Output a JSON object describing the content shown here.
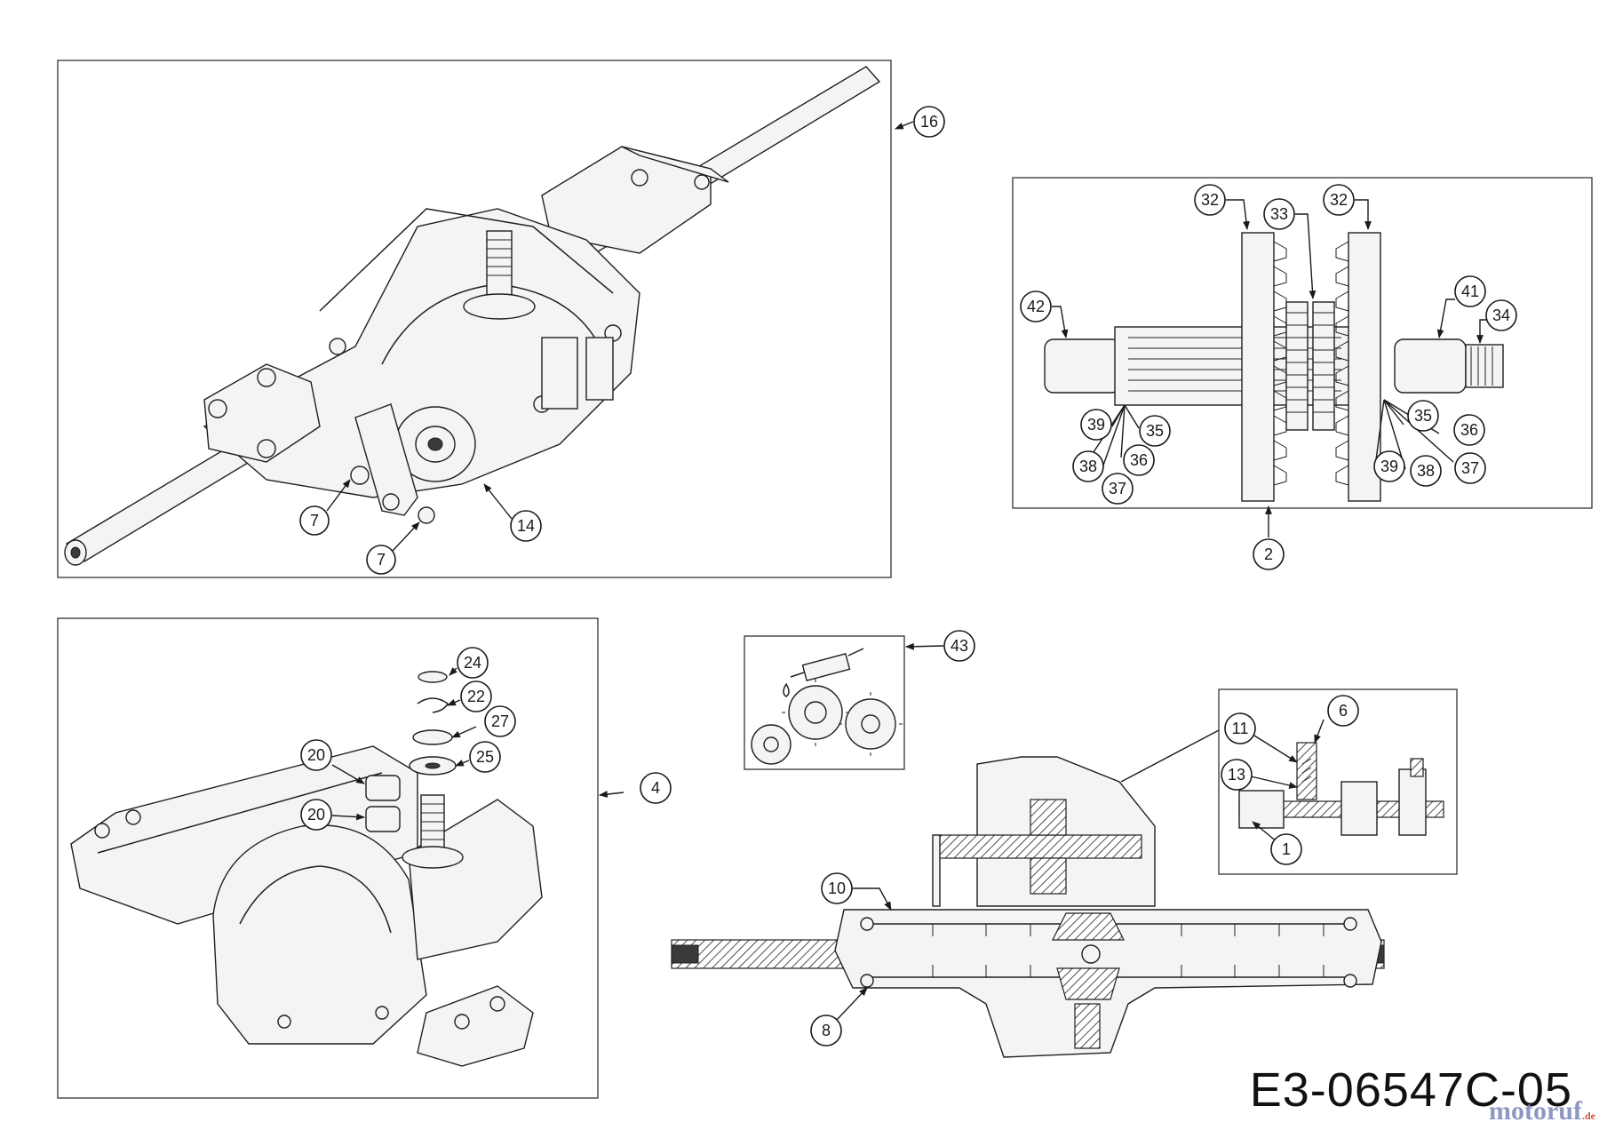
{
  "diagram_code": "E3-06547C-05",
  "watermark": {
    "name": "motoruf",
    "suffix": ".de"
  },
  "panels": {
    "transaxle_assembly": {
      "labels": [
        "16",
        "7",
        "7",
        "14"
      ]
    },
    "gear_shaft": {
      "labels": [
        "2",
        "32",
        "32",
        "33",
        "42",
        "41",
        "34",
        "35",
        "36",
        "37",
        "38",
        "39",
        "35",
        "36",
        "37",
        "38",
        "39"
      ]
    },
    "housing": {
      "labels": [
        "4",
        "20",
        "20",
        "24",
        "22",
        "27",
        "25"
      ]
    },
    "lubricant": {
      "labels": [
        "43"
      ]
    },
    "cross_section": {
      "labels": [
        "10",
        "8"
      ]
    },
    "detail_view": {
      "labels": [
        "6",
        "11",
        "13",
        "1"
      ]
    }
  },
  "callouts": [
    {
      "id": "c16",
      "text": "16"
    },
    {
      "id": "c7a",
      "text": "7"
    },
    {
      "id": "c7b",
      "text": "7"
    },
    {
      "id": "c14",
      "text": "14"
    },
    {
      "id": "c2",
      "text": "2"
    },
    {
      "id": "c32a",
      "text": "32"
    },
    {
      "id": "c33",
      "text": "33"
    },
    {
      "id": "c32b",
      "text": "32"
    },
    {
      "id": "c42",
      "text": "42"
    },
    {
      "id": "c41",
      "text": "41"
    },
    {
      "id": "c34",
      "text": "34"
    },
    {
      "id": "c39a",
      "text": "39"
    },
    {
      "id": "c35a",
      "text": "35"
    },
    {
      "id": "c38a",
      "text": "38"
    },
    {
      "id": "c36a",
      "text": "36"
    },
    {
      "id": "c37a",
      "text": "37"
    },
    {
      "id": "c35b",
      "text": "35"
    },
    {
      "id": "c36b",
      "text": "36"
    },
    {
      "id": "c39b",
      "text": "39"
    },
    {
      "id": "c38b",
      "text": "38"
    },
    {
      "id": "c37b",
      "text": "37"
    },
    {
      "id": "c4",
      "text": "4"
    },
    {
      "id": "c24",
      "text": "24"
    },
    {
      "id": "c22",
      "text": "22"
    },
    {
      "id": "c27",
      "text": "27"
    },
    {
      "id": "c25",
      "text": "25"
    },
    {
      "id": "c20a",
      "text": "20"
    },
    {
      "id": "c20b",
      "text": "20"
    },
    {
      "id": "c43",
      "text": "43"
    },
    {
      "id": "c6",
      "text": "6"
    },
    {
      "id": "c11",
      "text": "11"
    },
    {
      "id": "c13",
      "text": "13"
    },
    {
      "id": "c1",
      "text": "1"
    },
    {
      "id": "c10",
      "text": "10"
    },
    {
      "id": "c8",
      "text": "8"
    }
  ]
}
